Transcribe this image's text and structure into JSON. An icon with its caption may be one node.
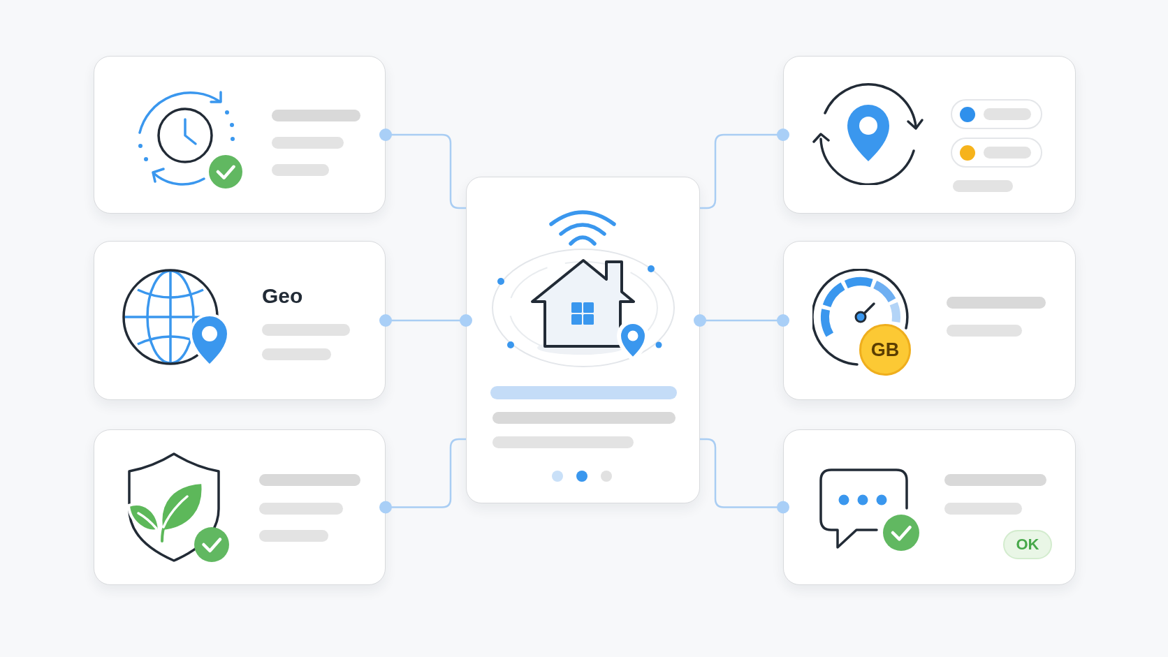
{
  "diagram": {
    "nodes": [
      {
        "text": [],
        "shape": "box"
      },
      {
        "text": [],
        "shape": "box"
      },
      {
        "text": [],
        "shape": "box"
      },
      {
        "text": [
          "Geo"
        ]
      },
      {
        "text": [],
        "shape": "box"
      },
      {
        "text": [
          "GB"
        ],
        "in": 4
      },
      {
        "text": [],
        "shape": "box"
      },
      {
        "text": [],
        "shape": "box"
      },
      {
        "text": [
          "OK"
        ],
        "in": 7
      }
    ],
    "edges": [
      {
        "from": 2,
        "to": 0,
        "arrow": "other"
      },
      {
        "from": 2,
        "to": 1,
        "arrow": "other"
      },
      {
        "from": 2,
        "to": 3,
        "arrow": "other"
      },
      {
        "from": 2,
        "to": 4,
        "arrow": "other"
      },
      {
        "from": 2,
        "to": 6,
        "arrow": "other"
      },
      {
        "from": 2,
        "to": 7,
        "arrow": "other"
      }
    ]
  }
}
